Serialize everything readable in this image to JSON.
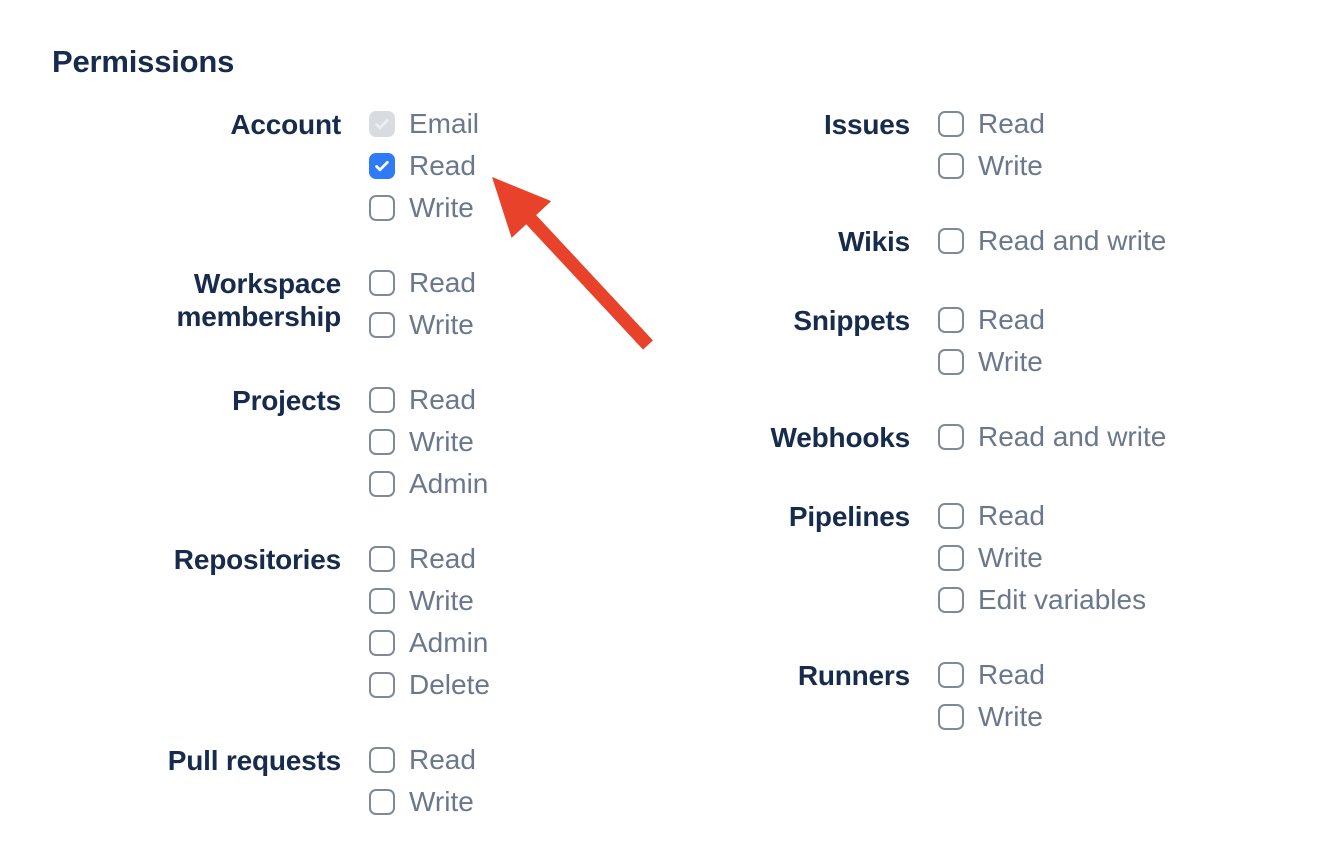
{
  "heading": "Permissions",
  "colors": {
    "heading_text": "#172b4d",
    "group_label_text": "#172b4d",
    "option_label_text": "#6b778c",
    "checkbox_checked_bg": "#2d7bf6",
    "checkbox_check": "#ffffff",
    "checkbox_unchecked_bg": "#ffffff",
    "checkbox_unchecked_border": "#7f8a97",
    "checkbox_disabled_bg": "#d8dce1",
    "checkbox_disabled_check": "#edeff2",
    "arrow": "#e8432a"
  },
  "columns": [
    {
      "groups": [
        {
          "label": "Account",
          "options": [
            {
              "label": "Email",
              "state": "disabled-checked"
            },
            {
              "label": "Read",
              "state": "checked"
            },
            {
              "label": "Write",
              "state": "unchecked"
            }
          ]
        },
        {
          "label": "Workspace membership",
          "options": [
            {
              "label": "Read",
              "state": "unchecked"
            },
            {
              "label": "Write",
              "state": "unchecked"
            }
          ]
        },
        {
          "label": "Projects",
          "options": [
            {
              "label": "Read",
              "state": "unchecked"
            },
            {
              "label": "Write",
              "state": "unchecked"
            },
            {
              "label": "Admin",
              "state": "unchecked"
            }
          ]
        },
        {
          "label": "Repositories",
          "options": [
            {
              "label": "Read",
              "state": "unchecked"
            },
            {
              "label": "Write",
              "state": "unchecked"
            },
            {
              "label": "Admin",
              "state": "unchecked"
            },
            {
              "label": "Delete",
              "state": "unchecked"
            }
          ]
        },
        {
          "label": "Pull requests",
          "options": [
            {
              "label": "Read",
              "state": "unchecked"
            },
            {
              "label": "Write",
              "state": "unchecked"
            }
          ]
        }
      ]
    },
    {
      "groups": [
        {
          "label": "Issues",
          "options": [
            {
              "label": "Read",
              "state": "unchecked"
            },
            {
              "label": "Write",
              "state": "unchecked"
            }
          ]
        },
        {
          "label": "Wikis",
          "options": [
            {
              "label": "Read and write",
              "state": "unchecked"
            }
          ]
        },
        {
          "label": "Snippets",
          "options": [
            {
              "label": "Read",
              "state": "unchecked"
            },
            {
              "label": "Write",
              "state": "unchecked"
            }
          ]
        },
        {
          "label": "Webhooks",
          "options": [
            {
              "label": "Read and write",
              "state": "unchecked"
            }
          ]
        },
        {
          "label": "Pipelines",
          "options": [
            {
              "label": "Read",
              "state": "unchecked"
            },
            {
              "label": "Write",
              "state": "unchecked"
            },
            {
              "label": "Edit variables",
              "state": "unchecked"
            }
          ]
        },
        {
          "label": "Runners",
          "options": [
            {
              "label": "Read",
              "state": "unchecked"
            },
            {
              "label": "Write",
              "state": "unchecked"
            }
          ]
        }
      ]
    }
  ],
  "annotation": {
    "arrow_points_at": "Account Read checkbox"
  }
}
